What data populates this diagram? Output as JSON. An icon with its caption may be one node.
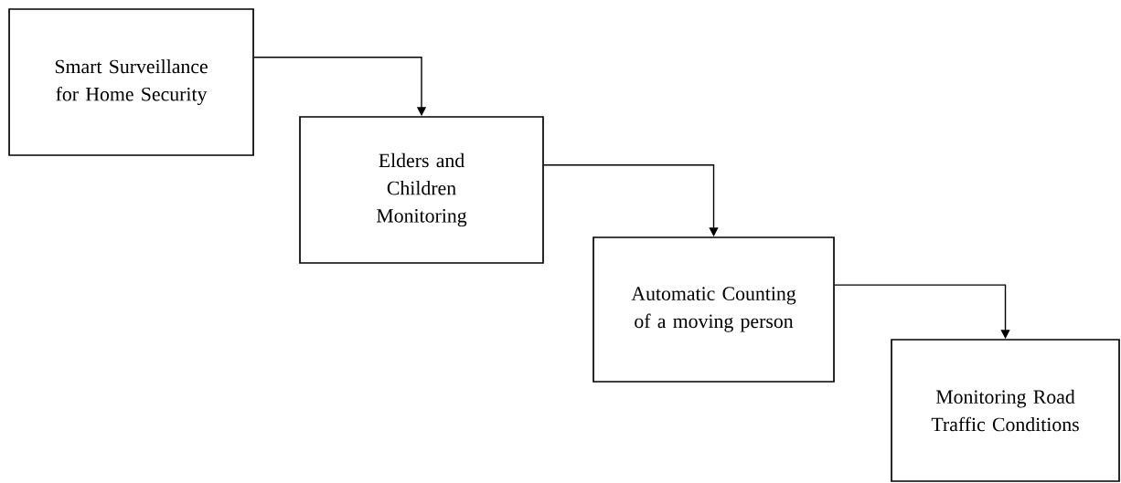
{
  "diagram": {
    "nodes": [
      {
        "text": [
          "Smart Surveillance for Home Security"
        ]
      },
      {
        "text": [
          "Elders and Children Monitoring"
        ]
      },
      {
        "text": [
          "Automatic Counting of a moving person"
        ]
      },
      {
        "text": [
          "Monitoring Road Traffic Conditions"
        ]
      }
    ],
    "edges": [
      {
        "from": 0,
        "to": 1,
        "arrow": "to"
      },
      {
        "from": 1,
        "to": 2,
        "arrow": "to"
      },
      {
        "from": 2,
        "to": 3,
        "arrow": "to"
      }
    ]
  }
}
